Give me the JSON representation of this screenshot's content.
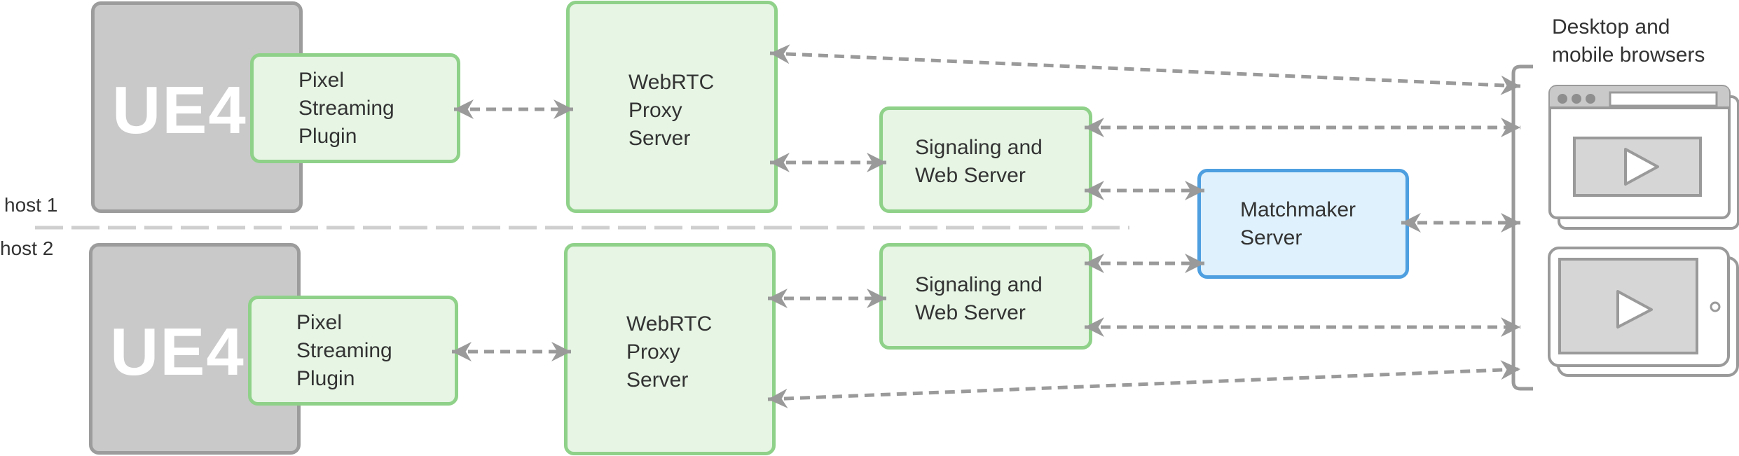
{
  "hosts": [
    {
      "label": "host 1"
    },
    {
      "label": "host 2"
    }
  ],
  "ue4": [
    {
      "label": "UE4"
    },
    {
      "label": "UE4"
    }
  ],
  "plugin": [
    {
      "label": "Pixel\nStreaming\nPlugin"
    },
    {
      "label": "Pixel\nStreaming\nPlugin"
    }
  ],
  "proxy": [
    {
      "label": "WebRTC\nProxy\nServer"
    },
    {
      "label": "WebRTC\nProxy\nServer"
    }
  ],
  "signaling": [
    {
      "label": "Signaling and\nWeb Server"
    },
    {
      "label": "Signaling and\nWeb Server"
    }
  ],
  "matchmaker": {
    "label": "Matchmaker\nServer"
  },
  "clients": {
    "label": "Desktop and\nmobile browsers"
  },
  "colors": {
    "green_fill": "#e6f5e4",
    "green_border": "#8fd189",
    "blue_fill": "#dff1fc",
    "blue_border": "#4d9fe0",
    "ue4_fill": "#c9c9c9",
    "arrow": "#9a9a9a"
  },
  "icons": [
    "desktop-browser-window-icon",
    "tablet-device-icon",
    "play-icon"
  ]
}
